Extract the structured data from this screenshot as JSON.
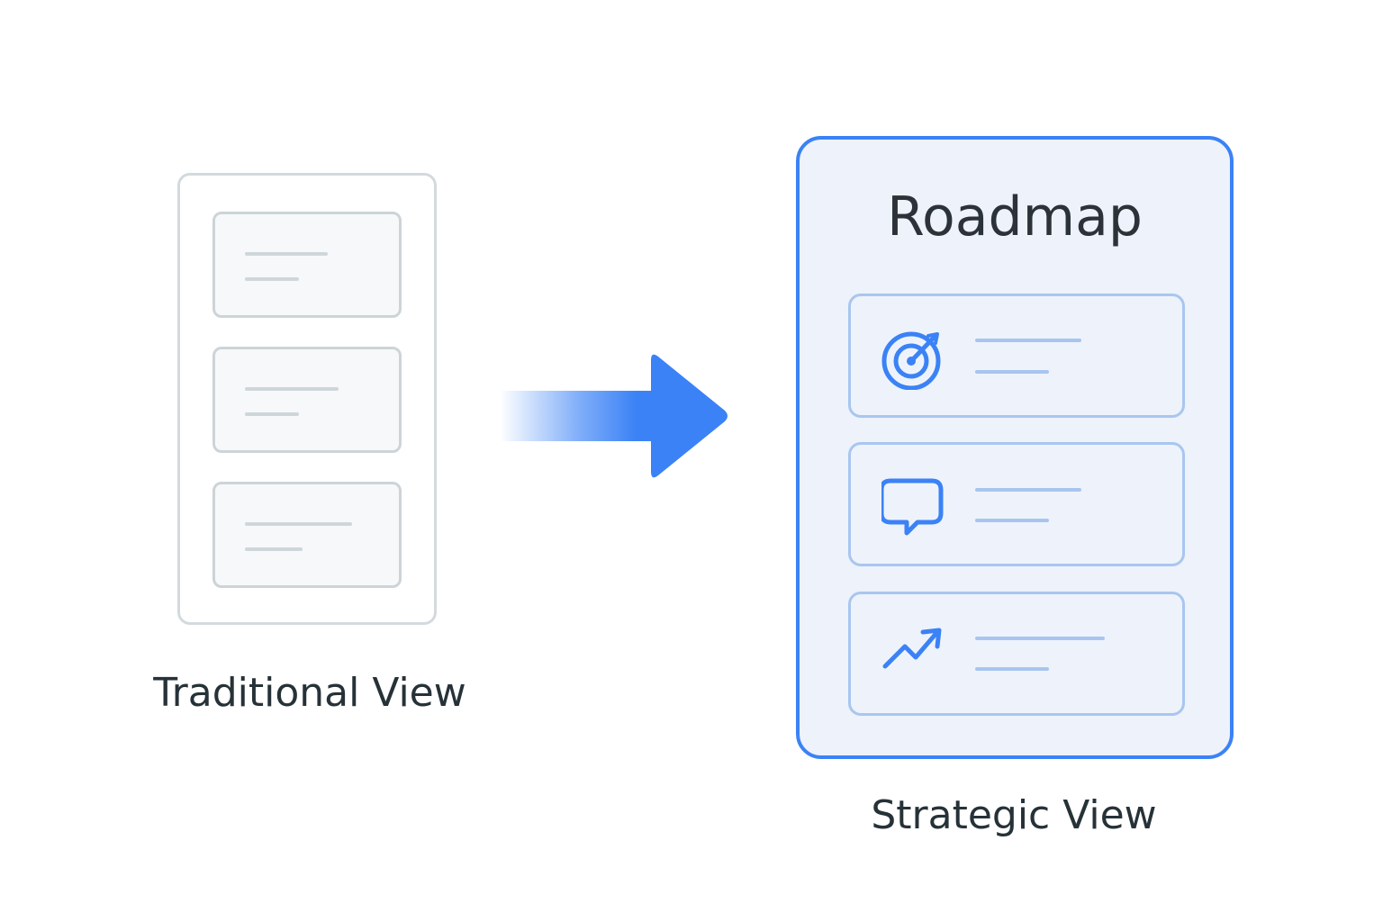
{
  "traditional": {
    "caption": "Traditional View",
    "cards": [
      {
        "line_lengths": [
          0.44,
          0.29
        ]
      },
      {
        "line_lengths": [
          0.5,
          0.29
        ]
      },
      {
        "line_lengths": [
          0.57,
          0.31
        ]
      }
    ]
  },
  "strategic": {
    "title": "Roadmap",
    "caption": "Strategic View",
    "cards": [
      {
        "icon": "target-icon"
      },
      {
        "icon": "speech-bubble-icon"
      },
      {
        "icon": "trend-up-arrow-icon"
      }
    ]
  },
  "colors": {
    "accent": "#3b82f6",
    "muted_gray": "#cfd6da",
    "text_dark": "#263238"
  }
}
